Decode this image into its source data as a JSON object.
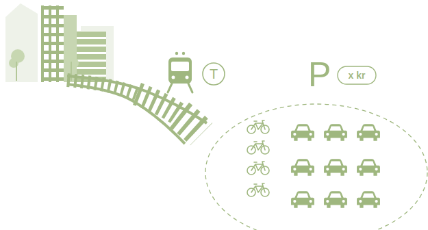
{
  "diagram": {
    "nodes": [
      {
        "text": [
          "T"
        ]
      },
      {
        "text": [
          "x kr"
        ]
      }
    ],
    "labels": [
      "P"
    ]
  }
}
